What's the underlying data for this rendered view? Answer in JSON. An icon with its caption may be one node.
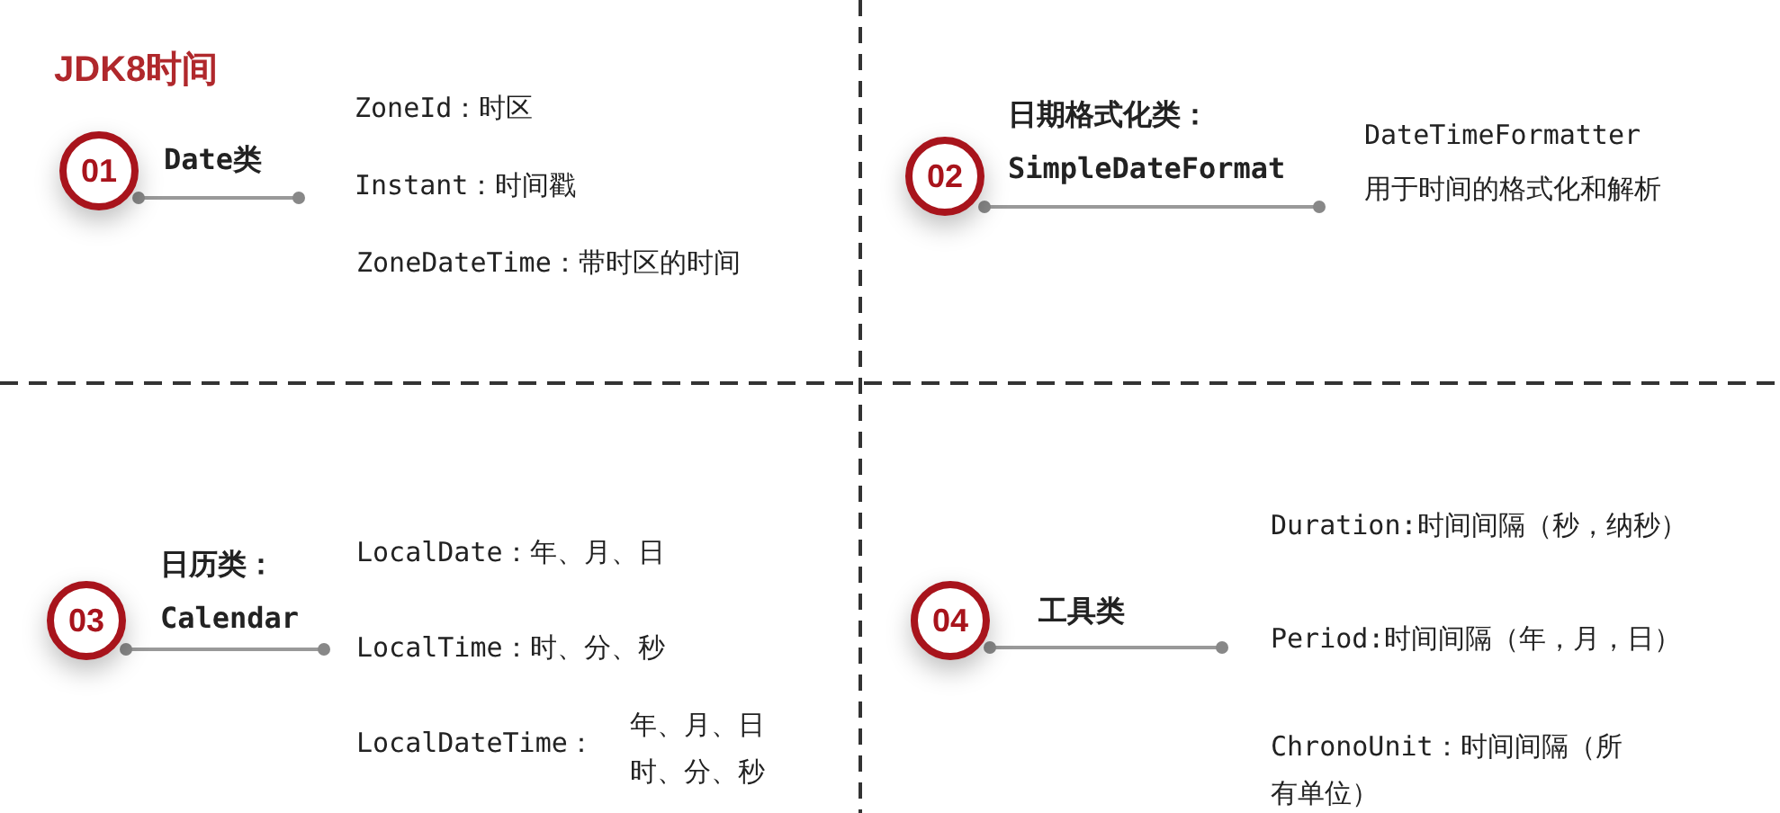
{
  "diagram": {
    "title": "JDK8时间",
    "nodes": [
      {
        "text": [
          "01"
        ],
        "beside": [
          "Date类"
        ]
      },
      {
        "text": [
          "02"
        ],
        "beside": [
          "日期格式化类：",
          "SimpleDateFormat"
        ]
      },
      {
        "text": [
          "03"
        ],
        "beside": [
          "日历类：",
          "Calendar"
        ]
      },
      {
        "text": [
          "04"
        ],
        "beside": [
          "工具类"
        ]
      }
    ],
    "labels": [
      "ZoneId：时区",
      "Instant：时间戳",
      "ZoneDateTime：带时区的时间",
      "DateTimeFormatter",
      "用于时间的格式化和解析",
      "LocalDate：年、月、日",
      "LocalTime：时、分、秒",
      "LocalDateTime：",
      "年、月、日时、分、秒",
      "Duration:时间间隔（秒，纳秒）",
      "Period:时间间隔（年，月，日）",
      "ChronoUnit：时间间隔（所有单位）"
    ]
  }
}
